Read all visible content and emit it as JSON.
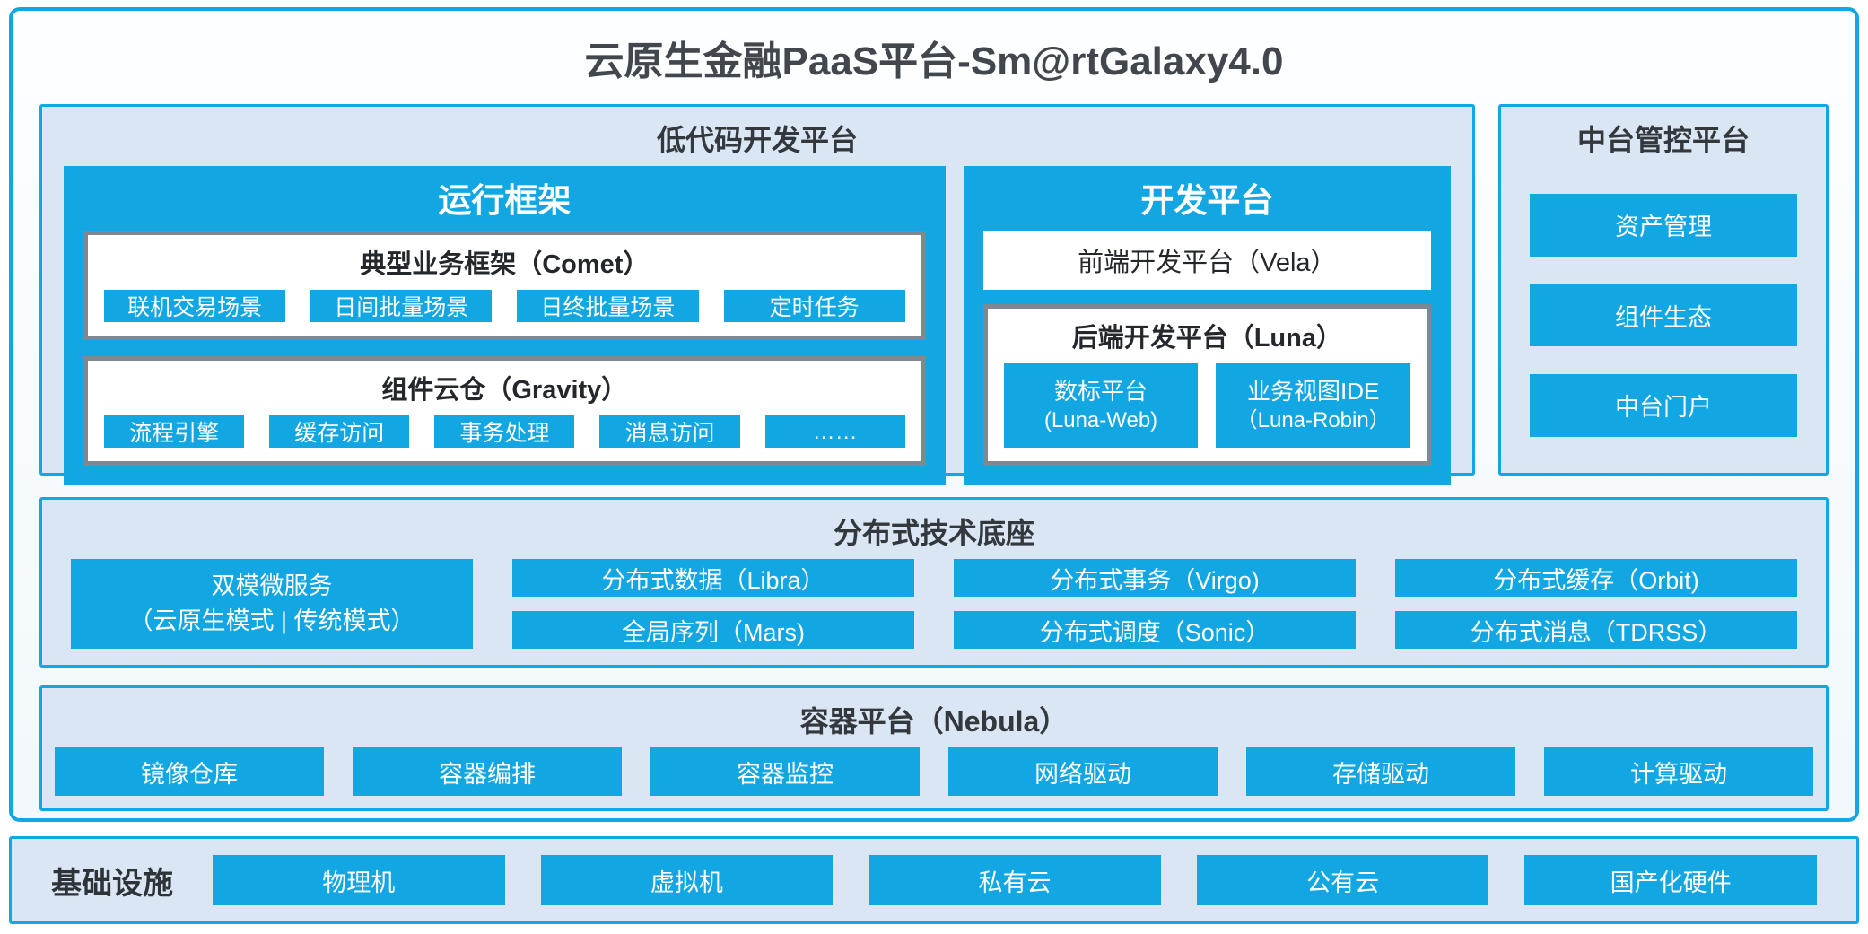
{
  "title": "云原生金融PaaS平台-Sm@rtGalaxy4.0",
  "colors": {
    "accent": "#12a7e2",
    "panel_bg": "#dbe6f4",
    "box_border_gray": "#7e8893",
    "dark_text": "#33383d"
  },
  "lowcode": {
    "header": "低代码开发平台",
    "runtime": {
      "title": "运行框架",
      "comet": {
        "title": "典型业务框架（Comet）",
        "items": [
          "联机交易场景",
          "日间批量场景",
          "日终批量场景",
          "定时任务"
        ]
      },
      "gravity": {
        "title": "组件云仓（Gravity）",
        "items": [
          "流程引擎",
          "缓存访问",
          "事务处理",
          "消息访问",
          "……"
        ]
      }
    },
    "dev": {
      "title": "开发平台",
      "vela": "前端开发平台（Vela）",
      "luna": {
        "title": "后端开发平台（Luna）",
        "items": [
          {
            "line1": "数标平台",
            "line2": "(Luna-Web)"
          },
          {
            "line1": "业务视图IDE",
            "line2": "（Luna-Robin）"
          }
        ]
      }
    }
  },
  "midplatform": {
    "header": "中台管控平台",
    "items": [
      "资产管理",
      "组件生态",
      "中台门户"
    ]
  },
  "distributed": {
    "header": "分布式技术底座",
    "dual_mode": {
      "line1": "双模微服务",
      "line2": "（云原生模式 | 传统模式）"
    },
    "columns": [
      [
        "分布式数据（Libra）",
        "全局序列（Mars)"
      ],
      [
        "分布式事务（Virgo)",
        "分布式调度（Sonic）"
      ],
      [
        "分布式缓存（Orbit)",
        "分布式消息（TDRSS）"
      ]
    ]
  },
  "container_platform": {
    "header": "容器平台（Nebula）",
    "items": [
      "镜像仓库",
      "容器编排",
      "容器监控",
      "网络驱动",
      "存储驱动",
      "计算驱动"
    ]
  },
  "infrastructure": {
    "header": "基础设施",
    "items": [
      "物理机",
      "虚拟机",
      "私有云",
      "公有云",
      "国产化硬件"
    ]
  }
}
